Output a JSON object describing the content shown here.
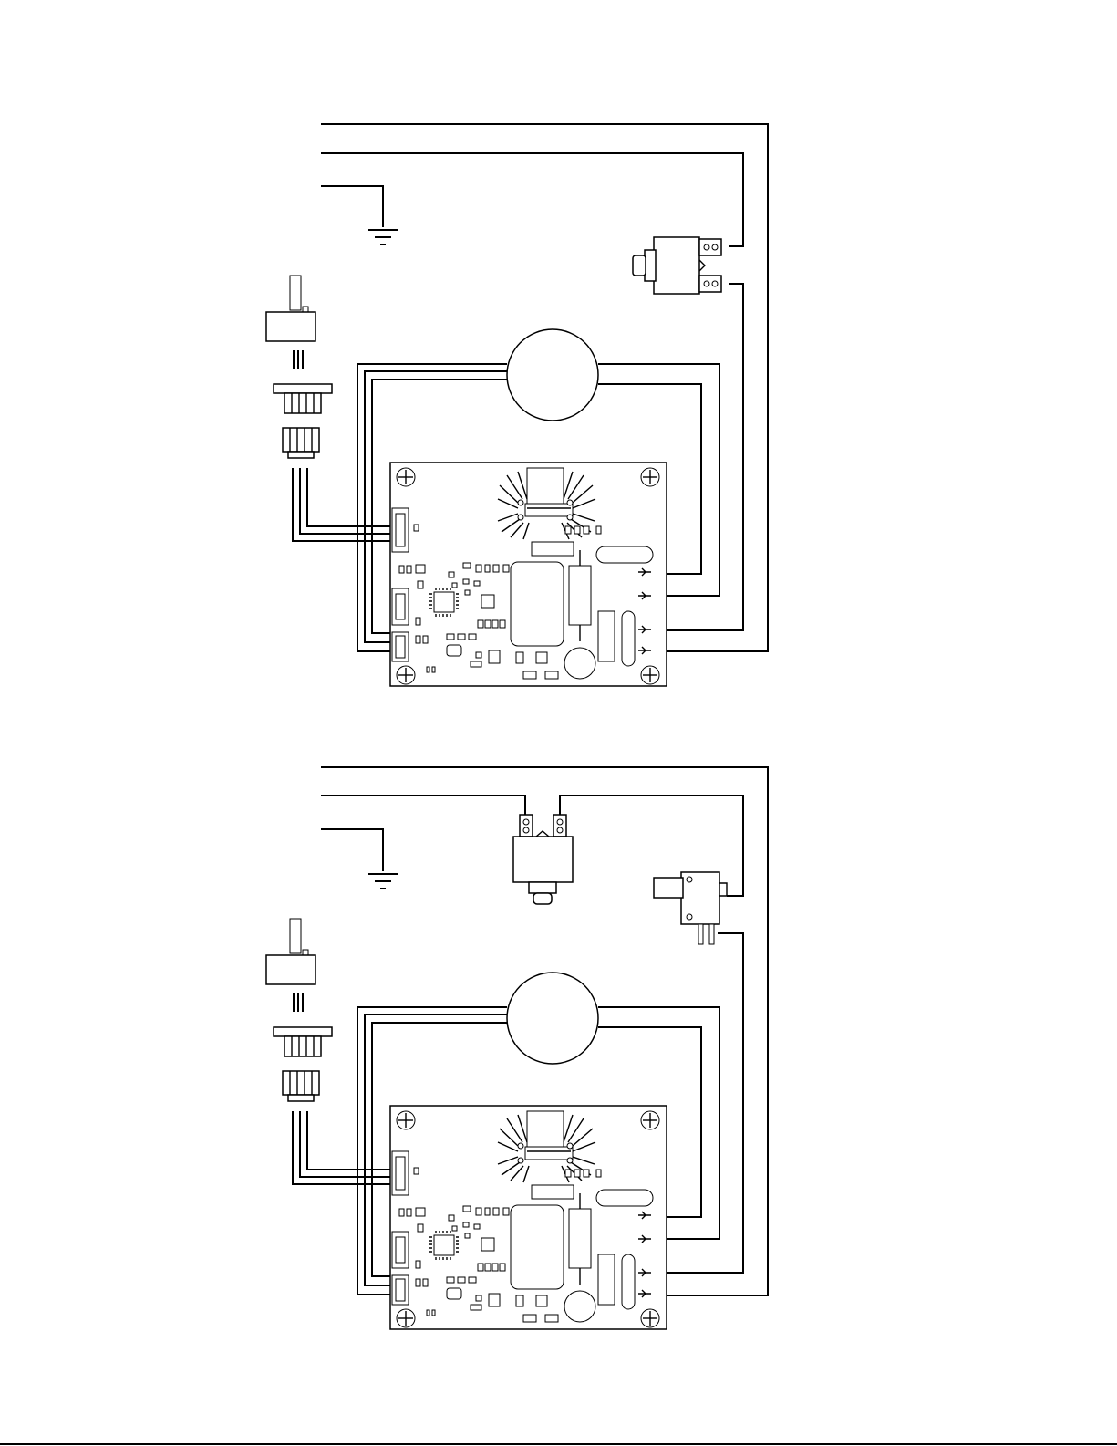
{
  "diagram": {
    "type": "wiring-diagram",
    "panels": [
      {
        "name": "wiring-panel-top",
        "components": [
          "ground-symbol",
          "potentiometer-icon",
          "connector-plug-icon",
          "connector-socket-icon",
          "motor-icon",
          "control-board-icon",
          "pushbutton-switch-icon"
        ]
      },
      {
        "name": "wiring-panel-bottom",
        "components": [
          "ground-symbol",
          "potentiometer-icon",
          "connector-plug-icon",
          "connector-socket-icon",
          "motor-icon",
          "control-board-icon",
          "pushbutton-switch-icon",
          "microswitch-icon"
        ]
      }
    ],
    "colors": {
      "line": "#000000",
      "background": "#ffffff"
    }
  }
}
